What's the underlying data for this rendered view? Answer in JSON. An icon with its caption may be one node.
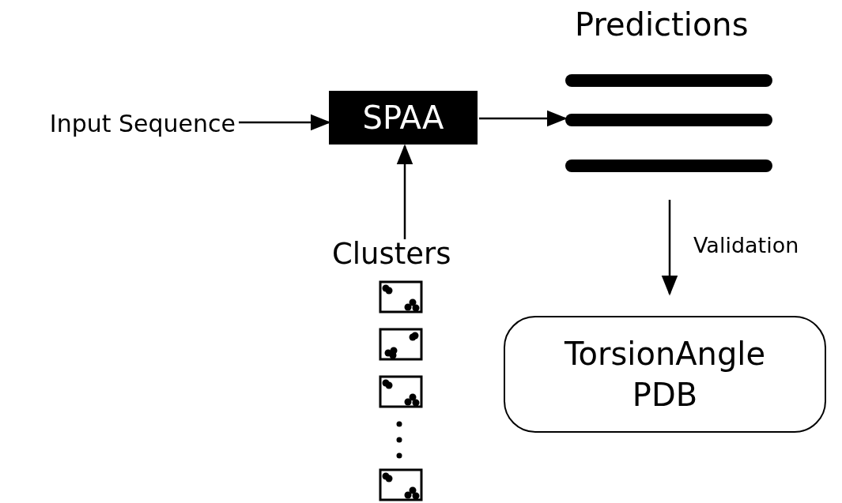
{
  "diagram": {
    "nodes": [
      {
        "text": [
          "Input Sequence"
        ]
      },
      {
        "text": [
          "SPAA"
        ]
      },
      {
        "text": [
          "Predictions"
        ]
      },
      {
        "text": [
          "Clusters"
        ]
      },
      {
        "text": [
          "TorsionAngle PDB"
        ]
      }
    ],
    "edges": [
      {
        "from": 0,
        "to": 1,
        "arrow": "to"
      },
      {
        "from": 1,
        "to": 2,
        "arrow": "to"
      },
      {
        "from": 3,
        "to": 1,
        "arrow": "to"
      },
      {
        "from": 2,
        "to": 4,
        "arrow": "to",
        "label": "Validation"
      }
    ]
  }
}
